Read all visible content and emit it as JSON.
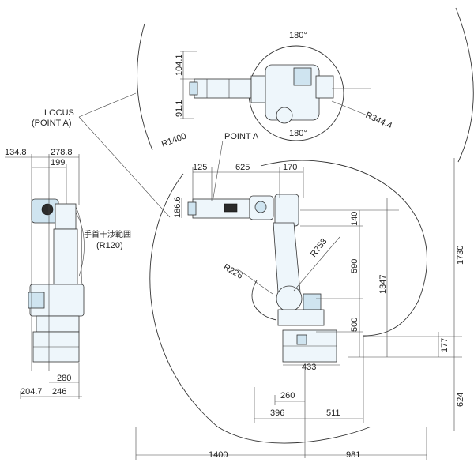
{
  "locus_label": [
    "LOCUS",
    "(POINT A)"
  ],
  "point_a_label": "POINT A",
  "wrist_label_jp": "手首干渉範囲",
  "wrist_label_r": "(R120)",
  "top_view": {
    "angle_top": "180°",
    "angle_bottom": "180°",
    "r_large": "R1400",
    "r_small": "R344.4",
    "dim_104": "104.1",
    "dim_91": "91.1"
  },
  "front_view": {
    "dim_134": "134.8",
    "dim_278": "278.8",
    "dim_199": "199",
    "dim_280": "280",
    "dim_204": "204.7",
    "dim_246": "246"
  },
  "side_view": {
    "dim_125": "125",
    "dim_625": "625",
    "dim_170": "170",
    "dim_186": "186.6",
    "dim_140": "140",
    "dim_590": "590",
    "dim_500": "500",
    "dim_1347": "1347",
    "dim_1730": "1730",
    "dim_177": "177",
    "dim_624": "624",
    "dim_433": "433",
    "dim_260": "260",
    "dim_396": "396",
    "dim_511": "511",
    "dim_1400": "1400",
    "dim_981": "981",
    "r226": "R226",
    "r753": "R753"
  }
}
